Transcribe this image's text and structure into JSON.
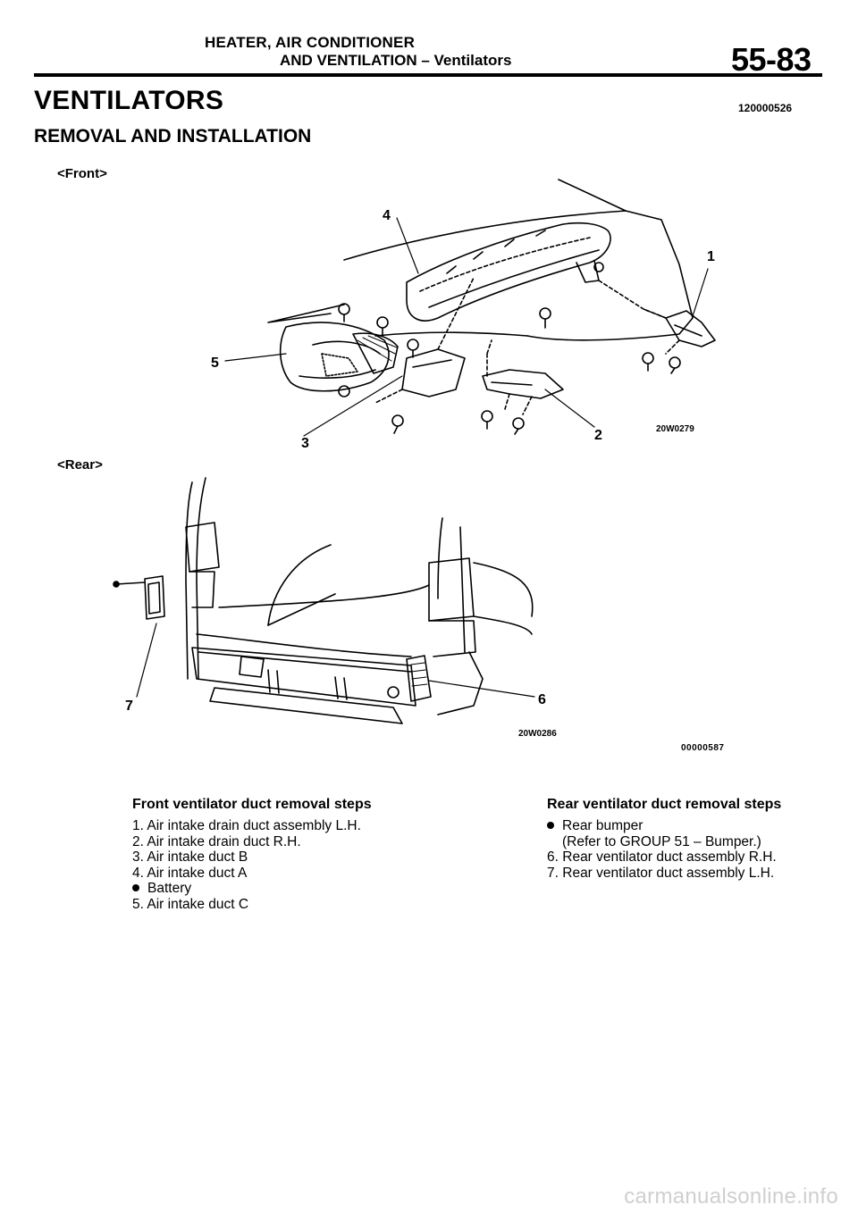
{
  "header": {
    "line1": "HEATER, AIR CONDITIONER",
    "line2": "AND VENTILATION – Ventilators",
    "page_number": "55-83"
  },
  "title": "VENTILATORS",
  "doc_id": "120000526",
  "subtitle": "REMOVAL AND INSTALLATION",
  "front": {
    "label": "<Front>",
    "figure_id": "20W0279",
    "callouts": [
      "1",
      "2",
      "3",
      "4",
      "5"
    ]
  },
  "rear": {
    "label": "<Rear>",
    "figure_id": "20W0286",
    "callouts": [
      "6",
      "7"
    ]
  },
  "figure_ref": "00000587",
  "front_steps": {
    "heading": "Front ventilator duct removal steps",
    "items": [
      {
        "marker": "1.",
        "text": "Air intake drain duct assembly L.H."
      },
      {
        "marker": "2.",
        "text": "Air intake drain duct R.H."
      },
      {
        "marker": "3.",
        "text": "Air intake duct B"
      },
      {
        "marker": "4.",
        "text": "Air intake duct A"
      },
      {
        "marker": "bullet",
        "text": "Battery"
      },
      {
        "marker": "5.",
        "text": "Air intake duct C"
      }
    ]
  },
  "rear_steps": {
    "heading": "Rear ventilator duct removal steps",
    "bumper": "Rear bumper",
    "bumper_note": "(Refer to GROUP 51 – Bumper.)",
    "item6_num": "6.",
    "item6": "Rear ventilator duct assembly R.H.",
    "item7_num": "7.",
    "item7": "Rear ventilator duct assembly L.H."
  },
  "watermark": "carmanualsonline.info"
}
